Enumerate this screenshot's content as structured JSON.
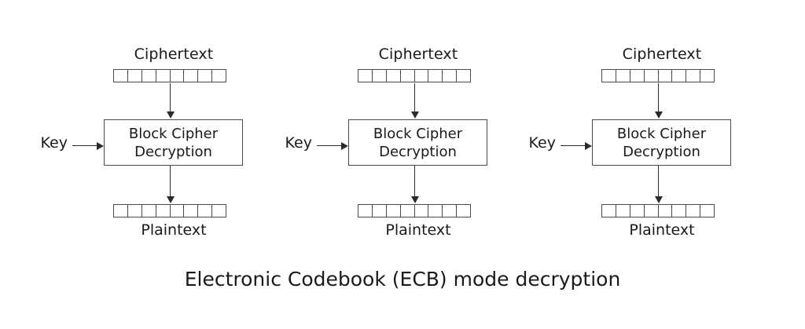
{
  "figure": {
    "caption": "Electronic Codebook (ECB) mode decryption",
    "background_color": "#ffffff",
    "line_color": "#4a4a4a",
    "arrow_color": "#2b2b2b",
    "text_color": "#1a1a1a",
    "cells_per_block": 8,
    "stage_count": 3
  },
  "stages": [
    {
      "ciphertext_label": "Ciphertext",
      "key_label": "Key",
      "cipher_line1": "Block Cipher",
      "cipher_line2": "Decryption",
      "plaintext_label": "Plaintext"
    },
    {
      "ciphertext_label": "Ciphertext",
      "key_label": "Key",
      "cipher_line1": "Block Cipher",
      "cipher_line2": "Decryption",
      "plaintext_label": "Plaintext"
    },
    {
      "ciphertext_label": "Ciphertext",
      "key_label": "Key",
      "cipher_line1": "Block Cipher",
      "cipher_line2": "Decryption",
      "plaintext_label": "Plaintext"
    }
  ]
}
